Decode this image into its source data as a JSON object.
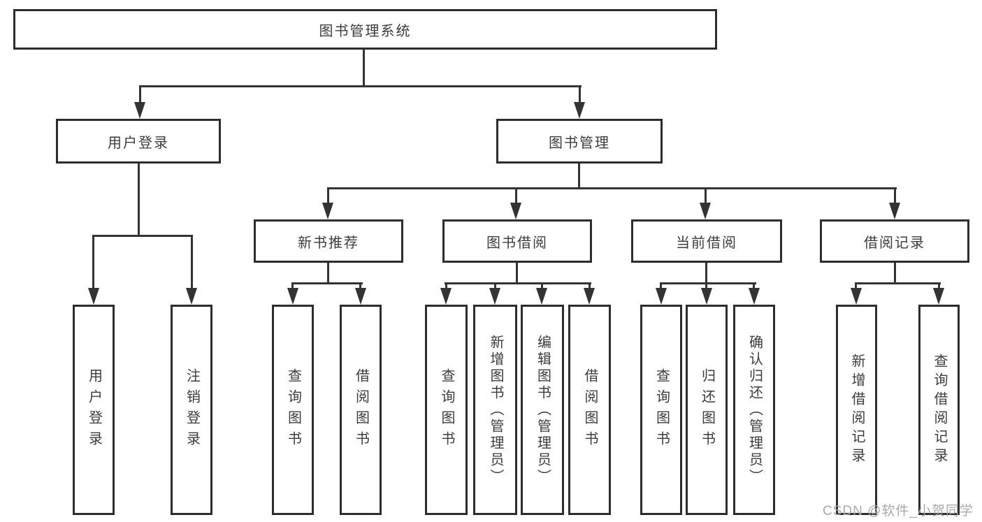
{
  "diagram": {
    "root": {
      "label": "图书管理系统"
    },
    "level2": {
      "user_login": "用户登录",
      "book_management": "图书管理"
    },
    "level3": {
      "new_book_recommend": "新书推荐",
      "book_borrowing": "图书借阅",
      "current_borrowing": "当前借阅",
      "borrowing_records": "借阅记录"
    },
    "leaves": {
      "user_login": "用户登录",
      "logout": "注销登录",
      "recommend_query_books": "查询图书",
      "recommend_borrow_books": "借阅图书",
      "borrowing_query_books": "查询图书",
      "borrowing_add_books_admin": "新增图书（管理员）",
      "borrowing_edit_books_admin": "编辑图书（管理员）",
      "borrowing_borrow_books": "借阅图书",
      "current_query_books": "查询图书",
      "current_return_books": "归还图书",
      "current_confirm_return_admin": "确认归还（管理员）",
      "records_add_borrow_record": "新增借阅记录",
      "records_query_borrow_record": "查询借阅记录"
    }
  },
  "colors": {
    "line": "#333333",
    "box_border": "#2d2d2d",
    "text": "#3c3c3c",
    "watermark": "#a9a9a9",
    "background": "#ffffff"
  },
  "watermark": {
    "text": "CSDN @软件_小贺同学"
  }
}
